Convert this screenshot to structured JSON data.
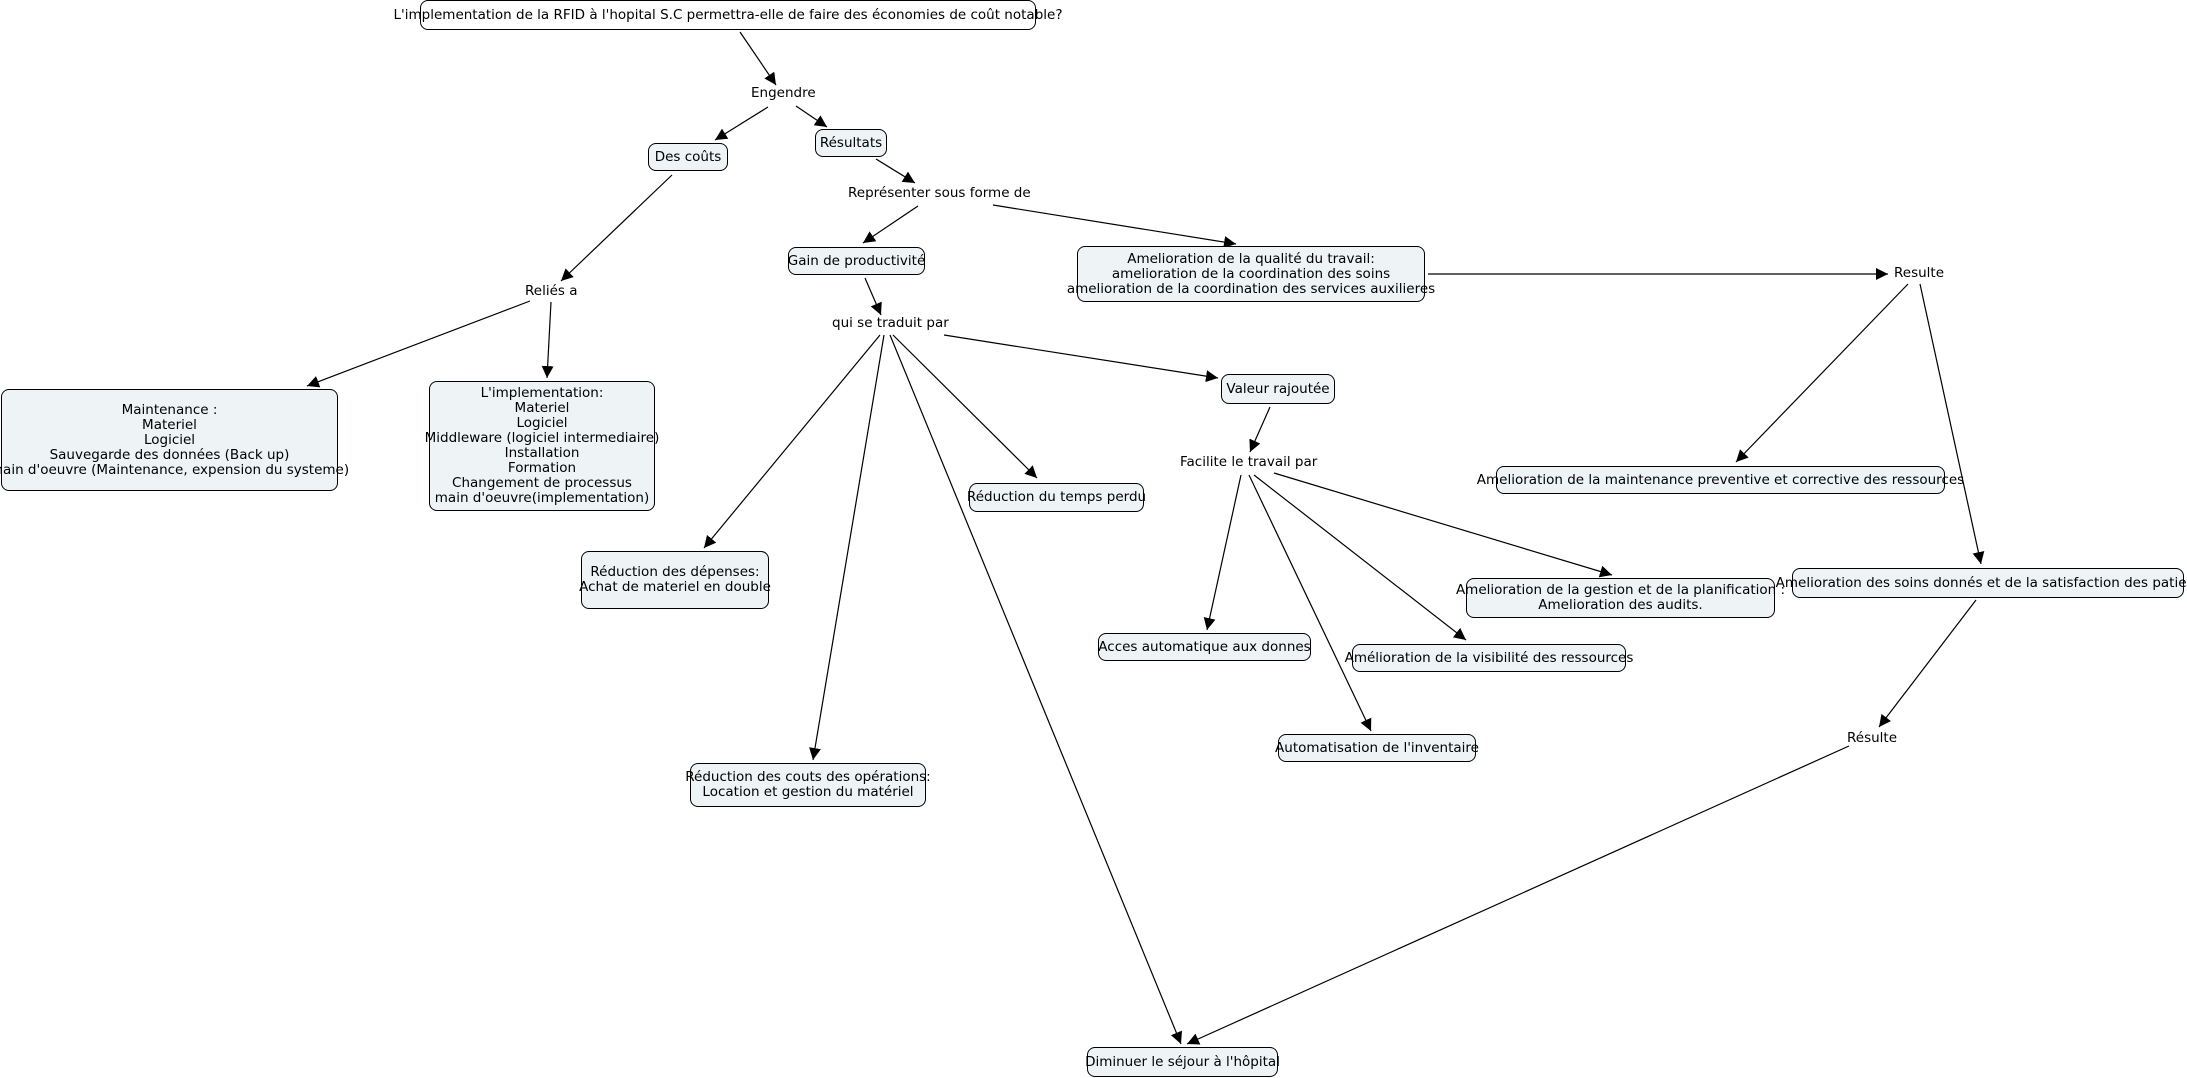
{
  "diagram": {
    "nodes": {
      "root": [
        "L'implementation de la RFID à l'hopital S.C permettra-elle de faire des économies de coût notable?"
      ],
      "des_couts": [
        "Des coûts"
      ],
      "resultats": [
        "Résultats"
      ],
      "maintenance": [
        "Maintenance :",
        "Materiel",
        "Logiciel",
        "Sauvegarde des données (Back up)",
        "main d'oeuvre (Maintenance, expension du systeme)"
      ],
      "implementation": [
        "L'implementation:",
        "Materiel",
        "Logiciel",
        "Middleware (logiciel intermediaire)",
        "Installation",
        "Formation",
        "Changement de processus",
        "main d'oeuvre(implementation)"
      ],
      "gain_productivite": [
        "Gain de productivité"
      ],
      "amelioration_qualite": [
        "Amelioration de la qualité du travail:",
        "amelioration de la coordination des soins",
        "amelioration de la coordination des services auxilieres"
      ],
      "valeur_rajoutee": [
        "Valeur rajoutée"
      ],
      "reduction_temps": [
        "Réduction du temps perdu"
      ],
      "reduction_depenses": [
        "Réduction des dépenses:",
        "Achat de materiel en double"
      ],
      "reduction_couts_operations": [
        "Réduction des couts des opérations:",
        "Location et gestion du matériel"
      ],
      "acces_automatique": [
        "Acces  automatique aux donnes"
      ],
      "visibilite_ressources": [
        "Amélioration de la visibilité des ressources"
      ],
      "gestion_planification": [
        "Amelioration de la gestion et de la planification :",
        "Amelioration des audits."
      ],
      "automatisation_inventaire": [
        "Automatisation de l'inventaire"
      ],
      "maintenance_preventive": [
        "Amelioration de la maintenance preventive et corrective des ressources"
      ],
      "soins_satisfaction": [
        "Amelioration des soins donnés et de la satisfaction des patient"
      ],
      "diminuer_sejour": [
        "Diminuer le séjour à l'hôpital"
      ]
    },
    "links": {
      "engendre": "Engendre",
      "relies_a": "Reliés a",
      "representer": "Représenter sous forme de",
      "traduit": "qui se traduit par",
      "facilite": "Facilite le travail par",
      "resulte_1": "Resulte",
      "resulte_2": "Résulte"
    }
  }
}
